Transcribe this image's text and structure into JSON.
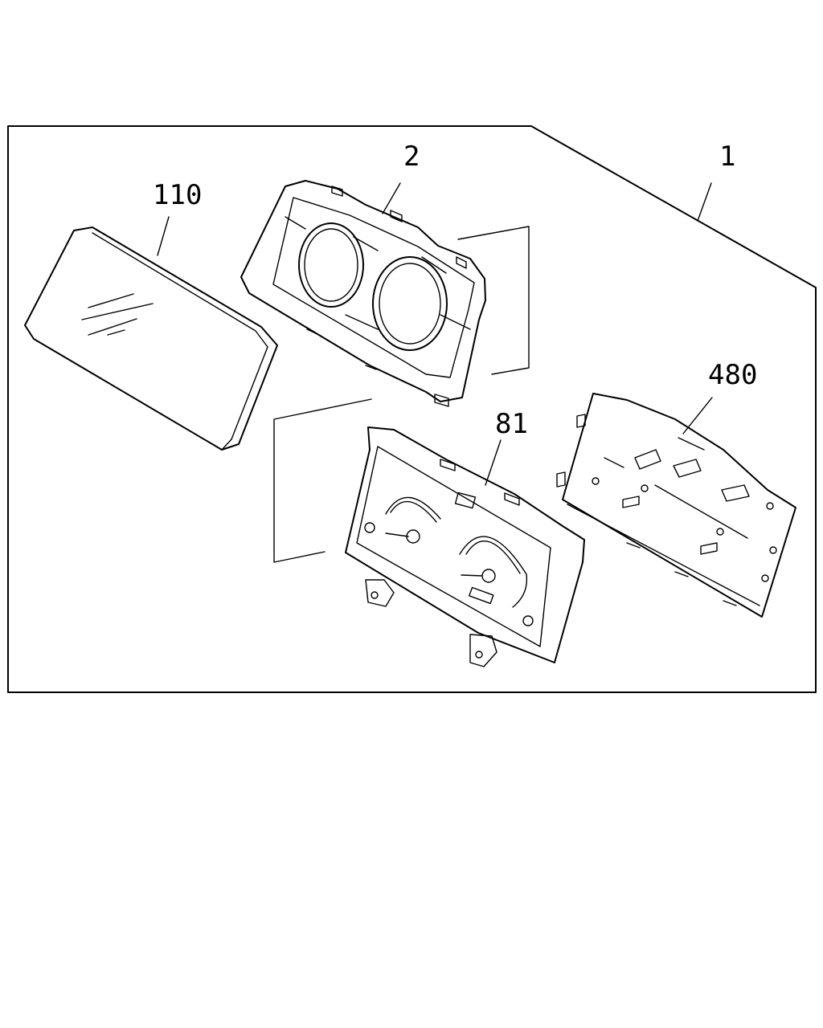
{
  "callouts": {
    "assembly": "1",
    "housing": "2",
    "lens": "110",
    "gauge_panel": "81",
    "circuit_board": "480"
  }
}
